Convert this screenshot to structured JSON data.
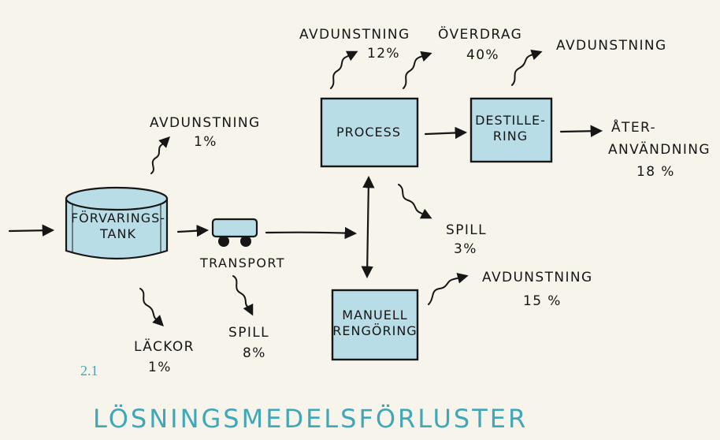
{
  "diagram": {
    "nodes": {
      "forvaringstank": {
        "line1": "FÖRVARINGS-",
        "line2": "TANK"
      },
      "transport": {
        "label": "TRANSPORT"
      },
      "process": {
        "label": "PROCESS"
      },
      "destillering": {
        "line1": "DESTILLE-",
        "line2": "RING"
      },
      "manuell_rengoring": {
        "line1": "MANUELL",
        "line2": "RENGÖRING"
      }
    },
    "losses": {
      "tank_evaporation": {
        "label": "AVDUNSTNING",
        "value": "1%"
      },
      "tank_leaks": {
        "label": "LÄCKOR",
        "value": "1%"
      },
      "transport_spill": {
        "label": "SPILL",
        "value": "8%"
      },
      "process_evaporation": {
        "label": "AVDUNSTNING",
        "value": "12%"
      },
      "process_spill": {
        "label": "SPILL",
        "value": "3%"
      },
      "carryover": {
        "label": "ÖVERDRAG",
        "value": "40%"
      },
      "distillation_evaporation": {
        "label": "AVDUNSTNING"
      },
      "reuse": {
        "line1": "ÅTER-",
        "line2": "ANVÄNDNING",
        "value": "18 %"
      },
      "cleaning_evaporation": {
        "label": "AVDUNSTNING",
        "value": "15 %"
      }
    },
    "figure_number": "2.1",
    "title": "LÖSNINGSMEDELSFÖRLUSTER",
    "colors": {
      "box_fill": "#b9dde6",
      "accent": "#3fa7b8",
      "ink": "#161616",
      "paper": "#f7f4ec"
    }
  }
}
